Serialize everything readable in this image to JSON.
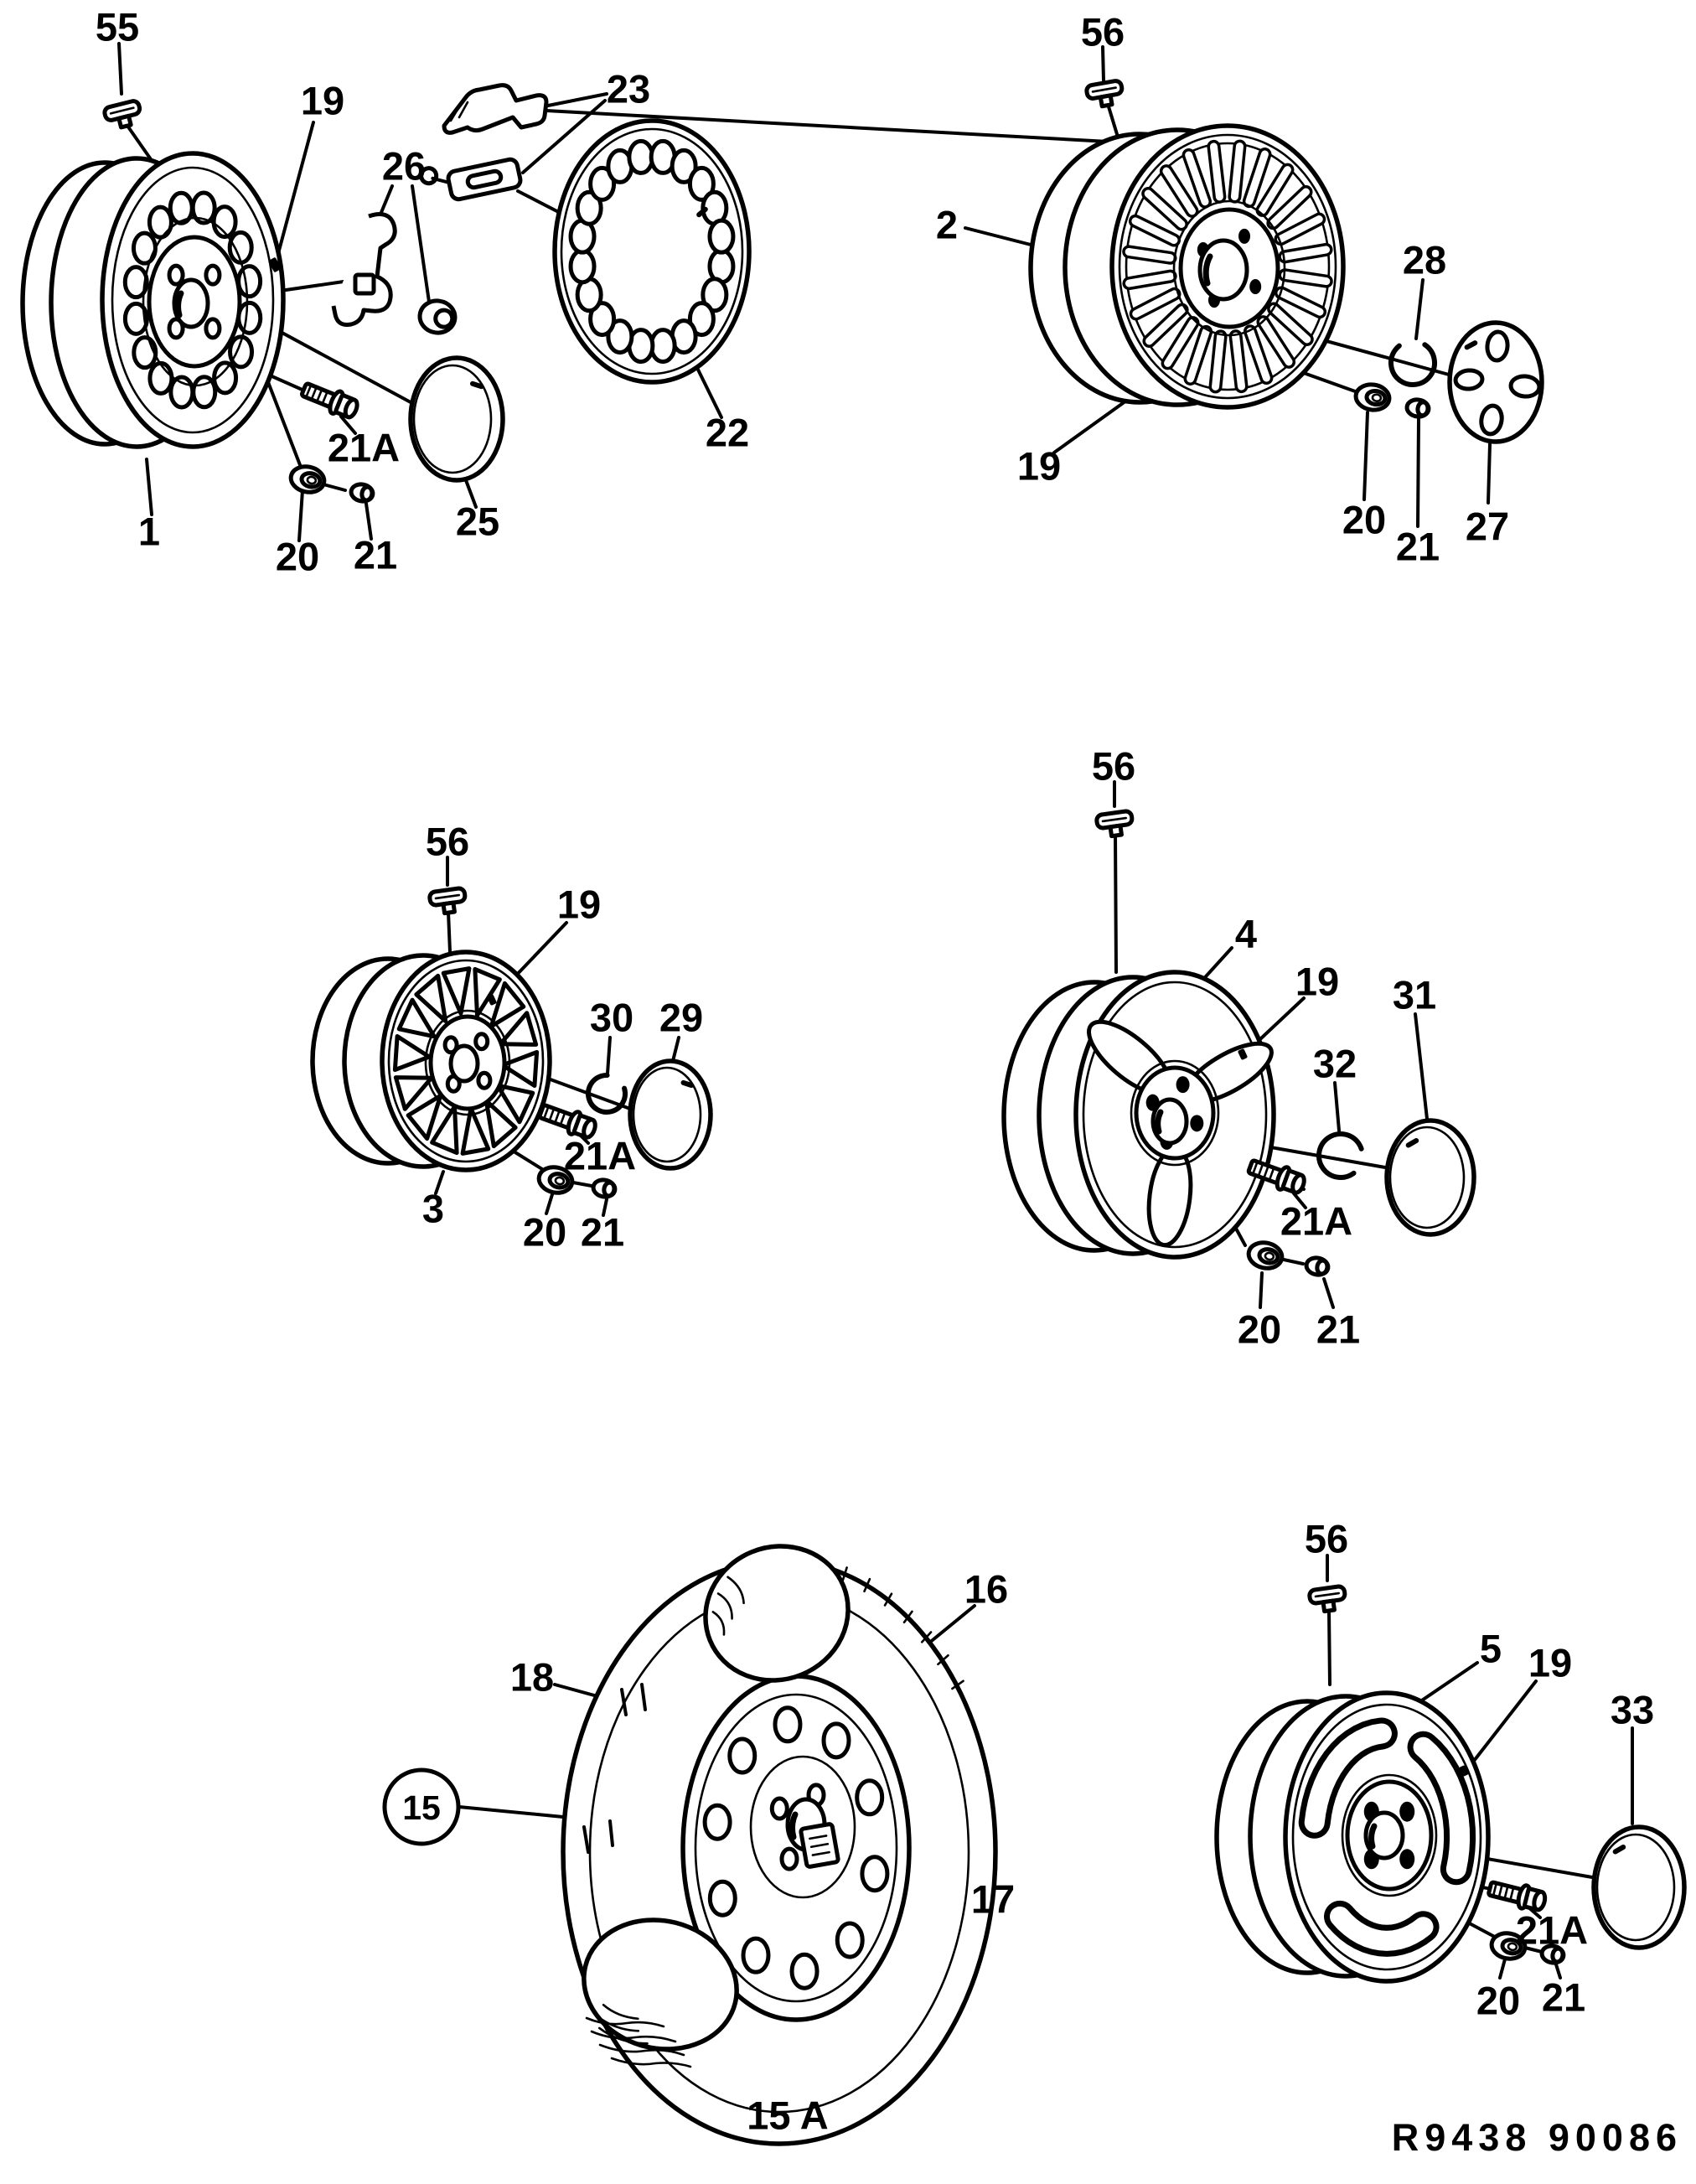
{
  "diagram": {
    "type": "exploded-parts-diagram",
    "subject": "wheels-and-wheel-trim",
    "figure_ref": "R9438 90086",
    "labels": {
      "1": "1",
      "2": "2",
      "3": "3",
      "4": "4",
      "5": "5",
      "15": "15",
      "15A": "15 A",
      "16": "16",
      "17": "17",
      "18": "18",
      "19": "19",
      "20": "20",
      "21": "21",
      "21A": "21A",
      "22": "22",
      "23": "23",
      "25": "25",
      "26": "26",
      "27": "27",
      "28": "28",
      "29": "29",
      "30": "30",
      "31": "31",
      "32": "32",
      "33": "33",
      "55": "55",
      "56": "56"
    },
    "groups": [
      {
        "id": "group-steel-wheel",
        "wheel_callout": "1",
        "callouts": [
          "55",
          "19",
          "26",
          "23",
          "22",
          "25",
          "21A",
          "20",
          "21",
          "1"
        ]
      },
      {
        "id": "group-slotted-steel-wheel",
        "wheel_callout": "2",
        "callouts": [
          "56",
          "2",
          "28",
          "19",
          "20",
          "21",
          "27"
        ]
      },
      {
        "id": "group-alloy-wheel-teardrop",
        "wheel_callout": "3",
        "callouts": [
          "56",
          "19",
          "30",
          "29",
          "3",
          "21A",
          "20",
          "21"
        ]
      },
      {
        "id": "group-alloy-wheel-3spoke",
        "wheel_callout": "4",
        "callouts": [
          "56",
          "4",
          "19",
          "32",
          "31",
          "21A",
          "20",
          "21"
        ]
      },
      {
        "id": "group-spare-wheel",
        "wheel_callout": "15",
        "callouts": [
          "18",
          "16",
          "15",
          "17",
          "15 A"
        ]
      },
      {
        "id": "group-alloy-wheel-sport",
        "wheel_callout": "5",
        "callouts": [
          "56",
          "5",
          "19",
          "33",
          "21A",
          "20",
          "21"
        ]
      }
    ]
  }
}
